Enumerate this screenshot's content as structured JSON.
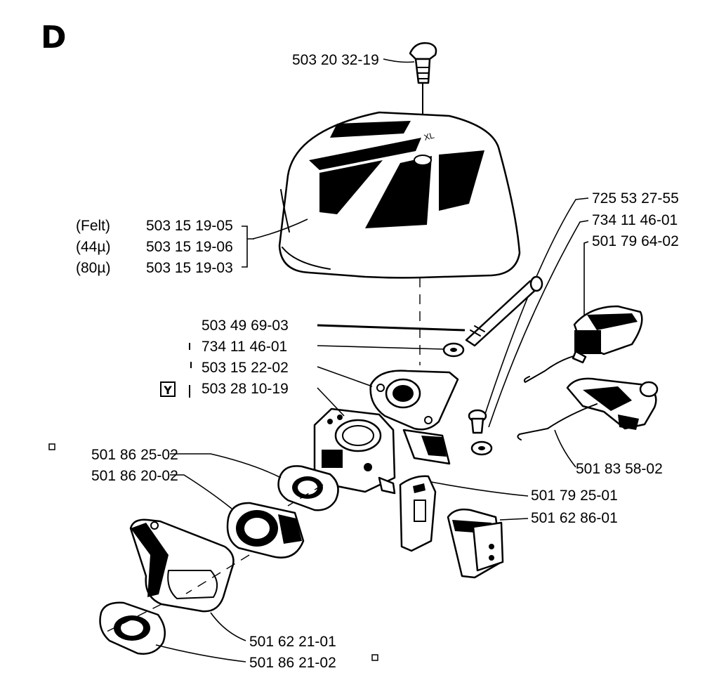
{
  "diagram": {
    "section_letter": "D",
    "marker_y": "Y",
    "variants": {
      "label_felt": "(Felt)",
      "label_44": "(44µ)",
      "label_80": "(80µ)"
    },
    "parts": {
      "screw_top": "503 20 32-19",
      "filter_felt": "503 15 19-05",
      "filter_44": "503 15 19-06",
      "filter_80": "503 15 19-03",
      "spring_pin": "725 53 27-55",
      "washer_right": "734 11 46-01",
      "throttle_lever": "501 79 64-02",
      "stud_long": "503 49 69-03",
      "washer_left": "734 11 46-01",
      "carb_flange": "503 15 22-02",
      "carburetor": "503 28 10-19",
      "gasket_upper": "501 86 25-02",
      "intake_adapter": "501 86 20-02",
      "choke_linkage": "501 83 58-02",
      "plate": "501 79 25-01",
      "switch_block": "501 62 86-01",
      "heat_shield": "501 62 21-01",
      "gasket_lower": "501 86 21-02"
    }
  }
}
